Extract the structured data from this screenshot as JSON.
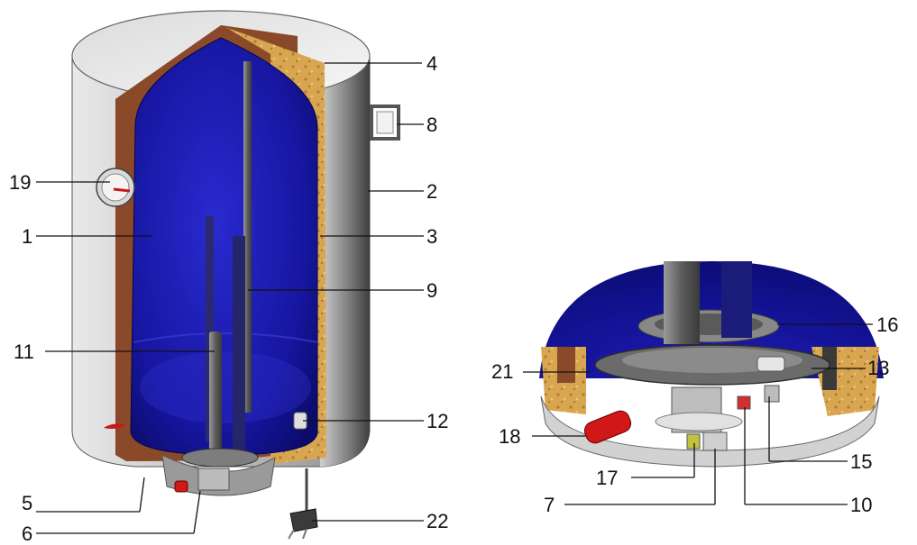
{
  "labels": {
    "l1": "1",
    "l2": "2",
    "l3": "3",
    "l4": "4",
    "l5": "5",
    "l6": "6",
    "l7": "7",
    "l8": "8",
    "l9": "9",
    "l10": "10",
    "l11": "11",
    "l12": "12",
    "l13": "13",
    "l15": "15",
    "l16": "16",
    "l17": "17",
    "l18": "18",
    "l19": "19",
    "l21": "21",
    "l22": "22"
  },
  "colors": {
    "casing": "#b9b9b9",
    "casing_dark": "#6f6f6f",
    "insulation_brown": "#8a4a2a",
    "insulation_foam": "#d7a24e",
    "tank_blue": "#1a1aa6",
    "element_grey": "#6e6e6e",
    "knob_red": "#d01818"
  }
}
